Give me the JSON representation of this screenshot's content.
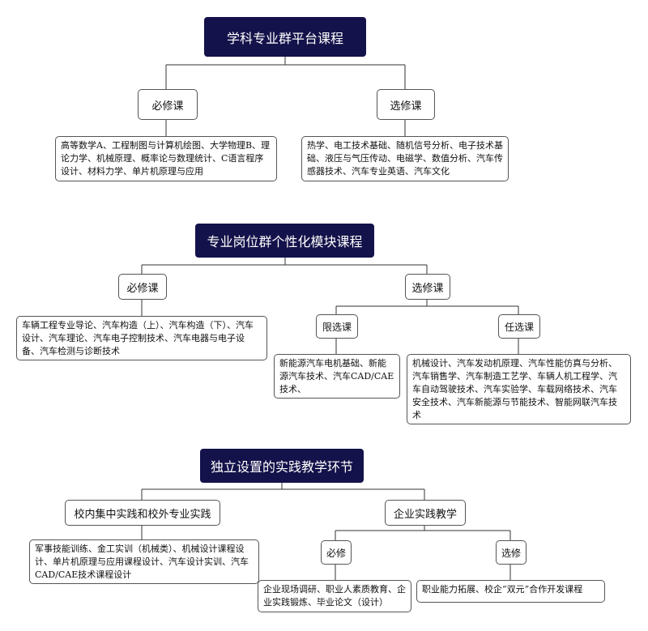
{
  "section1": {
    "title": "学科专业群平台课程",
    "required": {
      "label": "必修课",
      "content": "高等数学A、工程制图与计算机绘图、大学物理B、理论力学、机械原理、概率论与数理统计、C语言程序设计、材料力学、单片机原理与应用"
    },
    "elective": {
      "label": "选修课",
      "content": "热学、电工技术基础、随机信号分析、电子技术基础、液压与气压传动、电磁学、数值分析、汽车传感器技术、汽车专业英语、汽车文化"
    }
  },
  "section2": {
    "title": "专业岗位群个性化模块课程",
    "required": {
      "label": "必修课",
      "content": "车辆工程专业导论、汽车构造（上）、汽车构造（下）、汽车设计、汽车理论、汽车电子控制技术、汽车电器与电子设备、汽车检测与诊断技术"
    },
    "elective": {
      "label": "选修课",
      "limited": {
        "label": "限选课",
        "content": "新能源汽车电机基础、新能源汽车技术、汽车CAD/CAE技术、"
      },
      "optional": {
        "label": "任选课",
        "content": "机械设计、汽车发动机原理、汽车性能仿真与分析、汽车销售学、汽车制造工艺学、车辆人机工程学、汽车自动驾驶技术、汽车实验学、车载网络技术、汽车安全技术、汽车新能源与节能技术、智能网联汽车技术"
      }
    }
  },
  "section3": {
    "title": "独立设置的实践教学环节",
    "campus": {
      "label": "校内集中实践和校外专业实践",
      "content": "军事技能训练、金工实训（机械类）、机械设计课程设计、单片机原理与应用课程设计、汽车设计实训、汽车CAD/CAE技术课程设计"
    },
    "enterprise": {
      "label": "企业实践教学",
      "required": {
        "label": "必修",
        "content": "企业现场调研、职业人素质教育、企业实践锻炼、毕业论文（设计）"
      },
      "elective": {
        "label": "选修",
        "content": "职业能力拓展、校企“双元”合作开发课程"
      }
    }
  }
}
